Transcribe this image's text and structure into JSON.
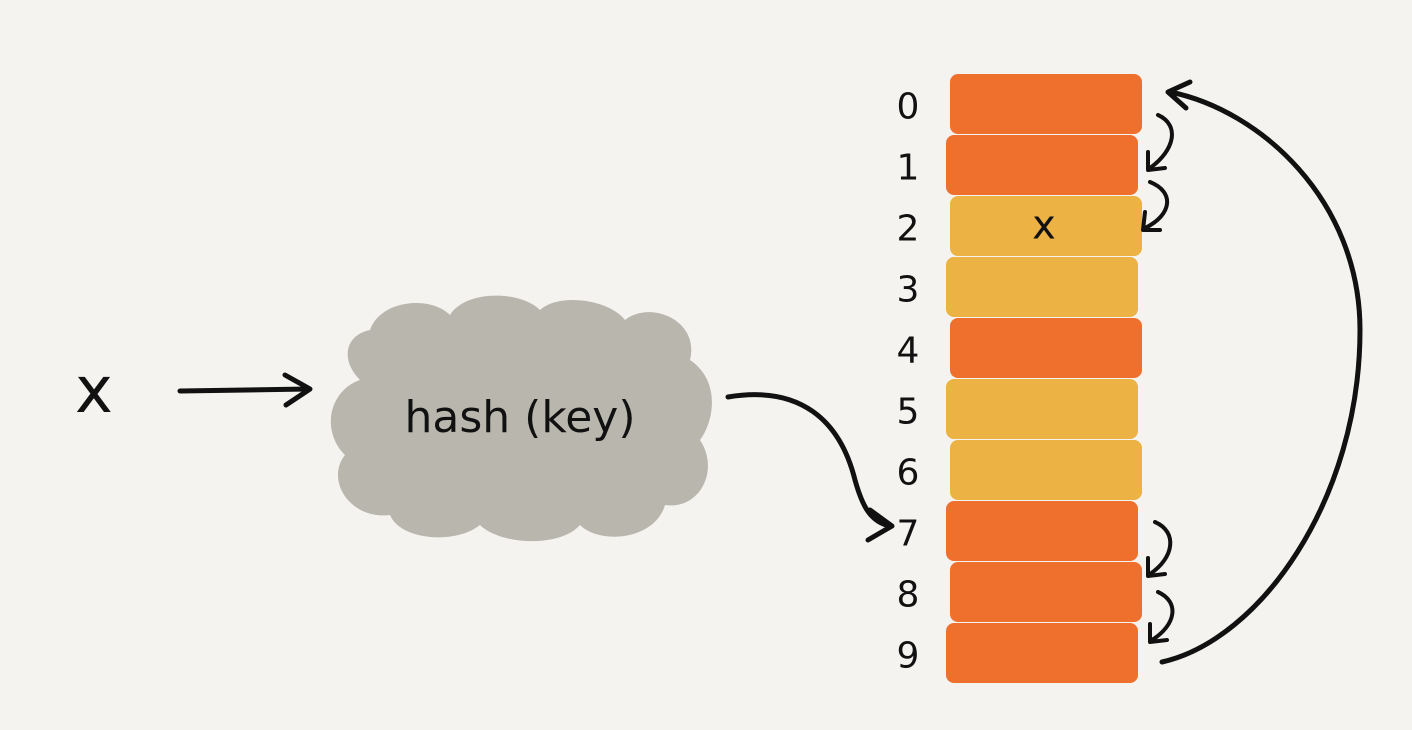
{
  "input_label": "x",
  "function_label": "hash (key)",
  "slot_indices": [
    "0",
    "1",
    "2",
    "3",
    "4",
    "5",
    "6",
    "7",
    "8",
    "9"
  ],
  "slots": [
    {
      "state": "occupied",
      "label": ""
    },
    {
      "state": "occupied",
      "label": ""
    },
    {
      "state": "free",
      "label": "x"
    },
    {
      "state": "free",
      "label": ""
    },
    {
      "state": "occupied",
      "label": ""
    },
    {
      "state": "free",
      "label": ""
    },
    {
      "state": "free",
      "label": ""
    },
    {
      "state": "occupied",
      "label": ""
    },
    {
      "state": "occupied",
      "label": ""
    },
    {
      "state": "occupied",
      "label": ""
    }
  ],
  "colors": {
    "background": "#f4f3ef",
    "occupied": "#ee702c",
    "free": "#ecb243",
    "cloud": "#b8b6ad",
    "ink": "#111111"
  }
}
